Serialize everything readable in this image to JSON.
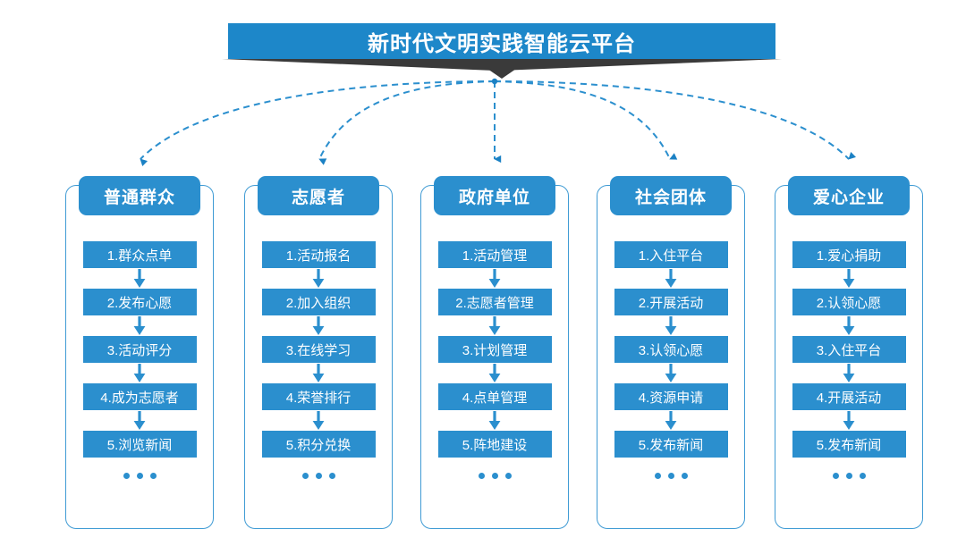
{
  "title": {
    "text": "新时代文明实践智能云平台"
  },
  "colors": {
    "banner_blue": "#1d87c9",
    "box_blue": "#2b8fce",
    "border_blue": "#3f9bd4",
    "shadow_dark": "#3a3a3a",
    "text_white": "#ffffff"
  },
  "columns": [
    {
      "id": "public",
      "header": "普通群众",
      "items": [
        "1.群众点单",
        "2.发布心愿",
        "3.活动评分",
        "4.成为志愿者",
        "5.浏览新闻"
      ],
      "more": "…"
    },
    {
      "id": "volunteer",
      "header": "志愿者",
      "items": [
        "1.活动报名",
        "2.加入组织",
        "3.在线学习",
        "4.荣誉排行",
        "5.积分兑换"
      ],
      "more": "…"
    },
    {
      "id": "government",
      "header": "政府单位",
      "items": [
        "1.活动管理",
        "2.志愿者管理",
        "3.计划管理",
        "4.点单管理",
        "5.阵地建设"
      ],
      "more": "…"
    },
    {
      "id": "social-group",
      "header": "社会团体",
      "items": [
        "1.入住平台",
        "2.开展活动",
        "3.认领心愿",
        "4.资源申请",
        "5.发布新闻"
      ],
      "more": "…"
    },
    {
      "id": "enterprise",
      "header": "爱心企业",
      "items": [
        "1.爱心捐助",
        "2.认领心愿",
        "3.入住平台",
        "4.开展活动",
        "5.发布新闻"
      ],
      "more": "…"
    }
  ]
}
